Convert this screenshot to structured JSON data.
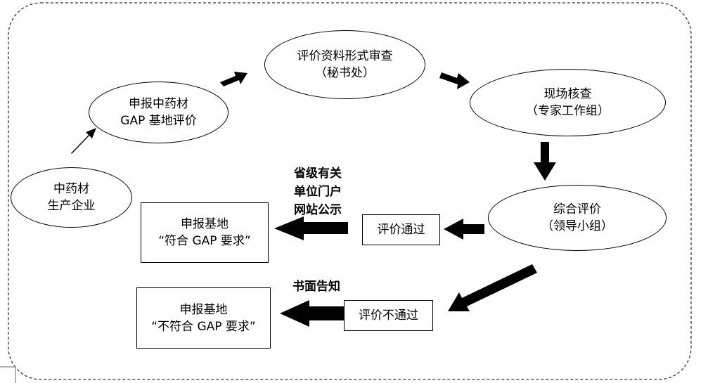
{
  "nodes": {
    "enterprise": {
      "line1": "中药材",
      "line2": "生产企业"
    },
    "apply": {
      "line1": "申报中药材",
      "line2": "GAP 基地评价"
    },
    "review": {
      "line1": "评价资料形式审查",
      "line2": "（秘书处）"
    },
    "onsite": {
      "line1": "现场核查",
      "line2": "（专家工作组）"
    },
    "overall": {
      "line1": "综合评价",
      "line2": "（领导小组）"
    },
    "pass": {
      "label": "评价通过"
    },
    "fail": {
      "label": "评价不通过"
    },
    "result_pass": {
      "line1": "申报基地",
      "line2": "“符合 GAP 要求”"
    },
    "result_fail": {
      "line1": "申报基地",
      "line2": "“不符合 GAP 要求”"
    }
  },
  "notes": {
    "public": {
      "line1": "省级有关",
      "line2": "单位门户",
      "line3": "网站公示"
    },
    "written": {
      "label": "书面告知"
    }
  }
}
